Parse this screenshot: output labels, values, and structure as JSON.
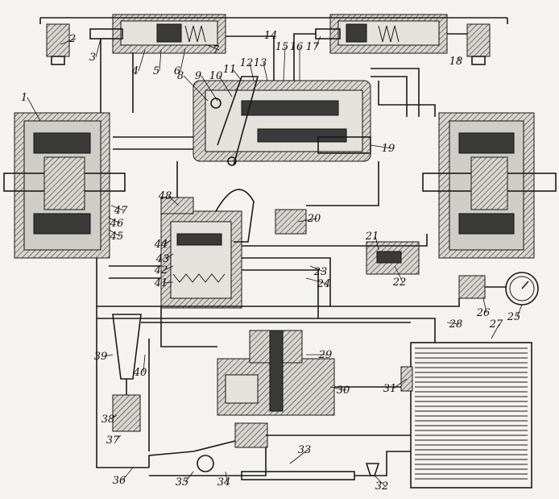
{
  "labels": [
    "1",
    "2",
    "3",
    "4",
    "5",
    "6",
    "7",
    "8",
    "9",
    "10",
    "11",
    "12",
    "13",
    "14",
    "15",
    "16",
    "17",
    "18",
    "19",
    "20",
    "21",
    "22",
    "23",
    "24",
    "25",
    "26",
    "27",
    "28",
    "29",
    "30",
    "31",
    "32",
    "33",
    "34",
    "35",
    "36",
    "37",
    "38",
    "39",
    "40",
    "41",
    "42",
    "43",
    "44",
    "45",
    "46",
    "47",
    "48"
  ],
  "colors": {
    "ink": "#1a1a1a",
    "paper": "#f4f3f0"
  }
}
